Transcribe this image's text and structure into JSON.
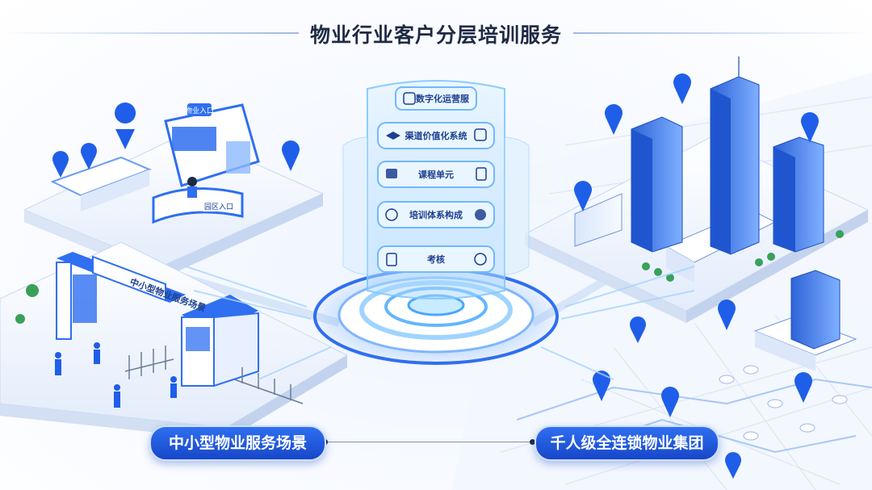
{
  "title": "物业行业客户分层培训服务",
  "center_panel": {
    "items": [
      {
        "label": "数字化运营服"
      },
      {
        "label": "渠道价值化系统"
      },
      {
        "label": "课程单元"
      },
      {
        "label": "培训体系构成"
      },
      {
        "label": "考核"
      }
    ]
  },
  "left_scene": {
    "sign_top": "物业入口",
    "sign_desk": "园区入口",
    "gate_sign": "中小型物业服务场景"
  },
  "bottom_labels": {
    "left": "中小型物业服务场景",
    "right": "千人级全连锁物业集团"
  },
  "colors": {
    "primary": "#1f5ee8",
    "dark": "#1f2a44",
    "glow": "#7fc8ff"
  }
}
